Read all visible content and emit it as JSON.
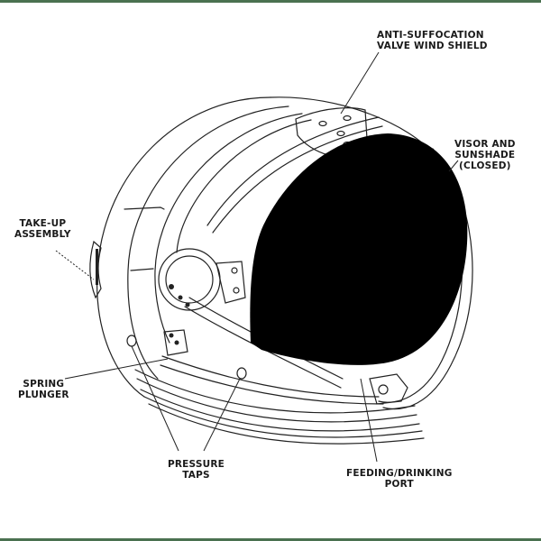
{
  "frame": {
    "bar_color": "#4a7150"
  },
  "diagram": {
    "subject": "Pressure helmet with visor and sunshade",
    "visor_color": "#000000",
    "line_color": "#222222",
    "labels": [
      {
        "id": "anti-suffocation",
        "lines": [
          "ANTI-SUFFOCATION",
          "VALVE WIND SHIELD"
        ]
      },
      {
        "id": "visor",
        "lines": [
          "VISOR AND",
          "SUNSHADE",
          "(CLOSED)"
        ]
      },
      {
        "id": "take-up",
        "lines": [
          "TAKE-UP",
          "ASSEMBLY"
        ]
      },
      {
        "id": "spring-plunger",
        "lines": [
          "SPRING",
          "PLUNGER"
        ]
      },
      {
        "id": "pressure-taps",
        "lines": [
          "PRESSURE",
          "TAPS"
        ]
      },
      {
        "id": "feeding-port",
        "lines": [
          "FEEDING/DRINKING",
          "PORT"
        ]
      }
    ]
  }
}
